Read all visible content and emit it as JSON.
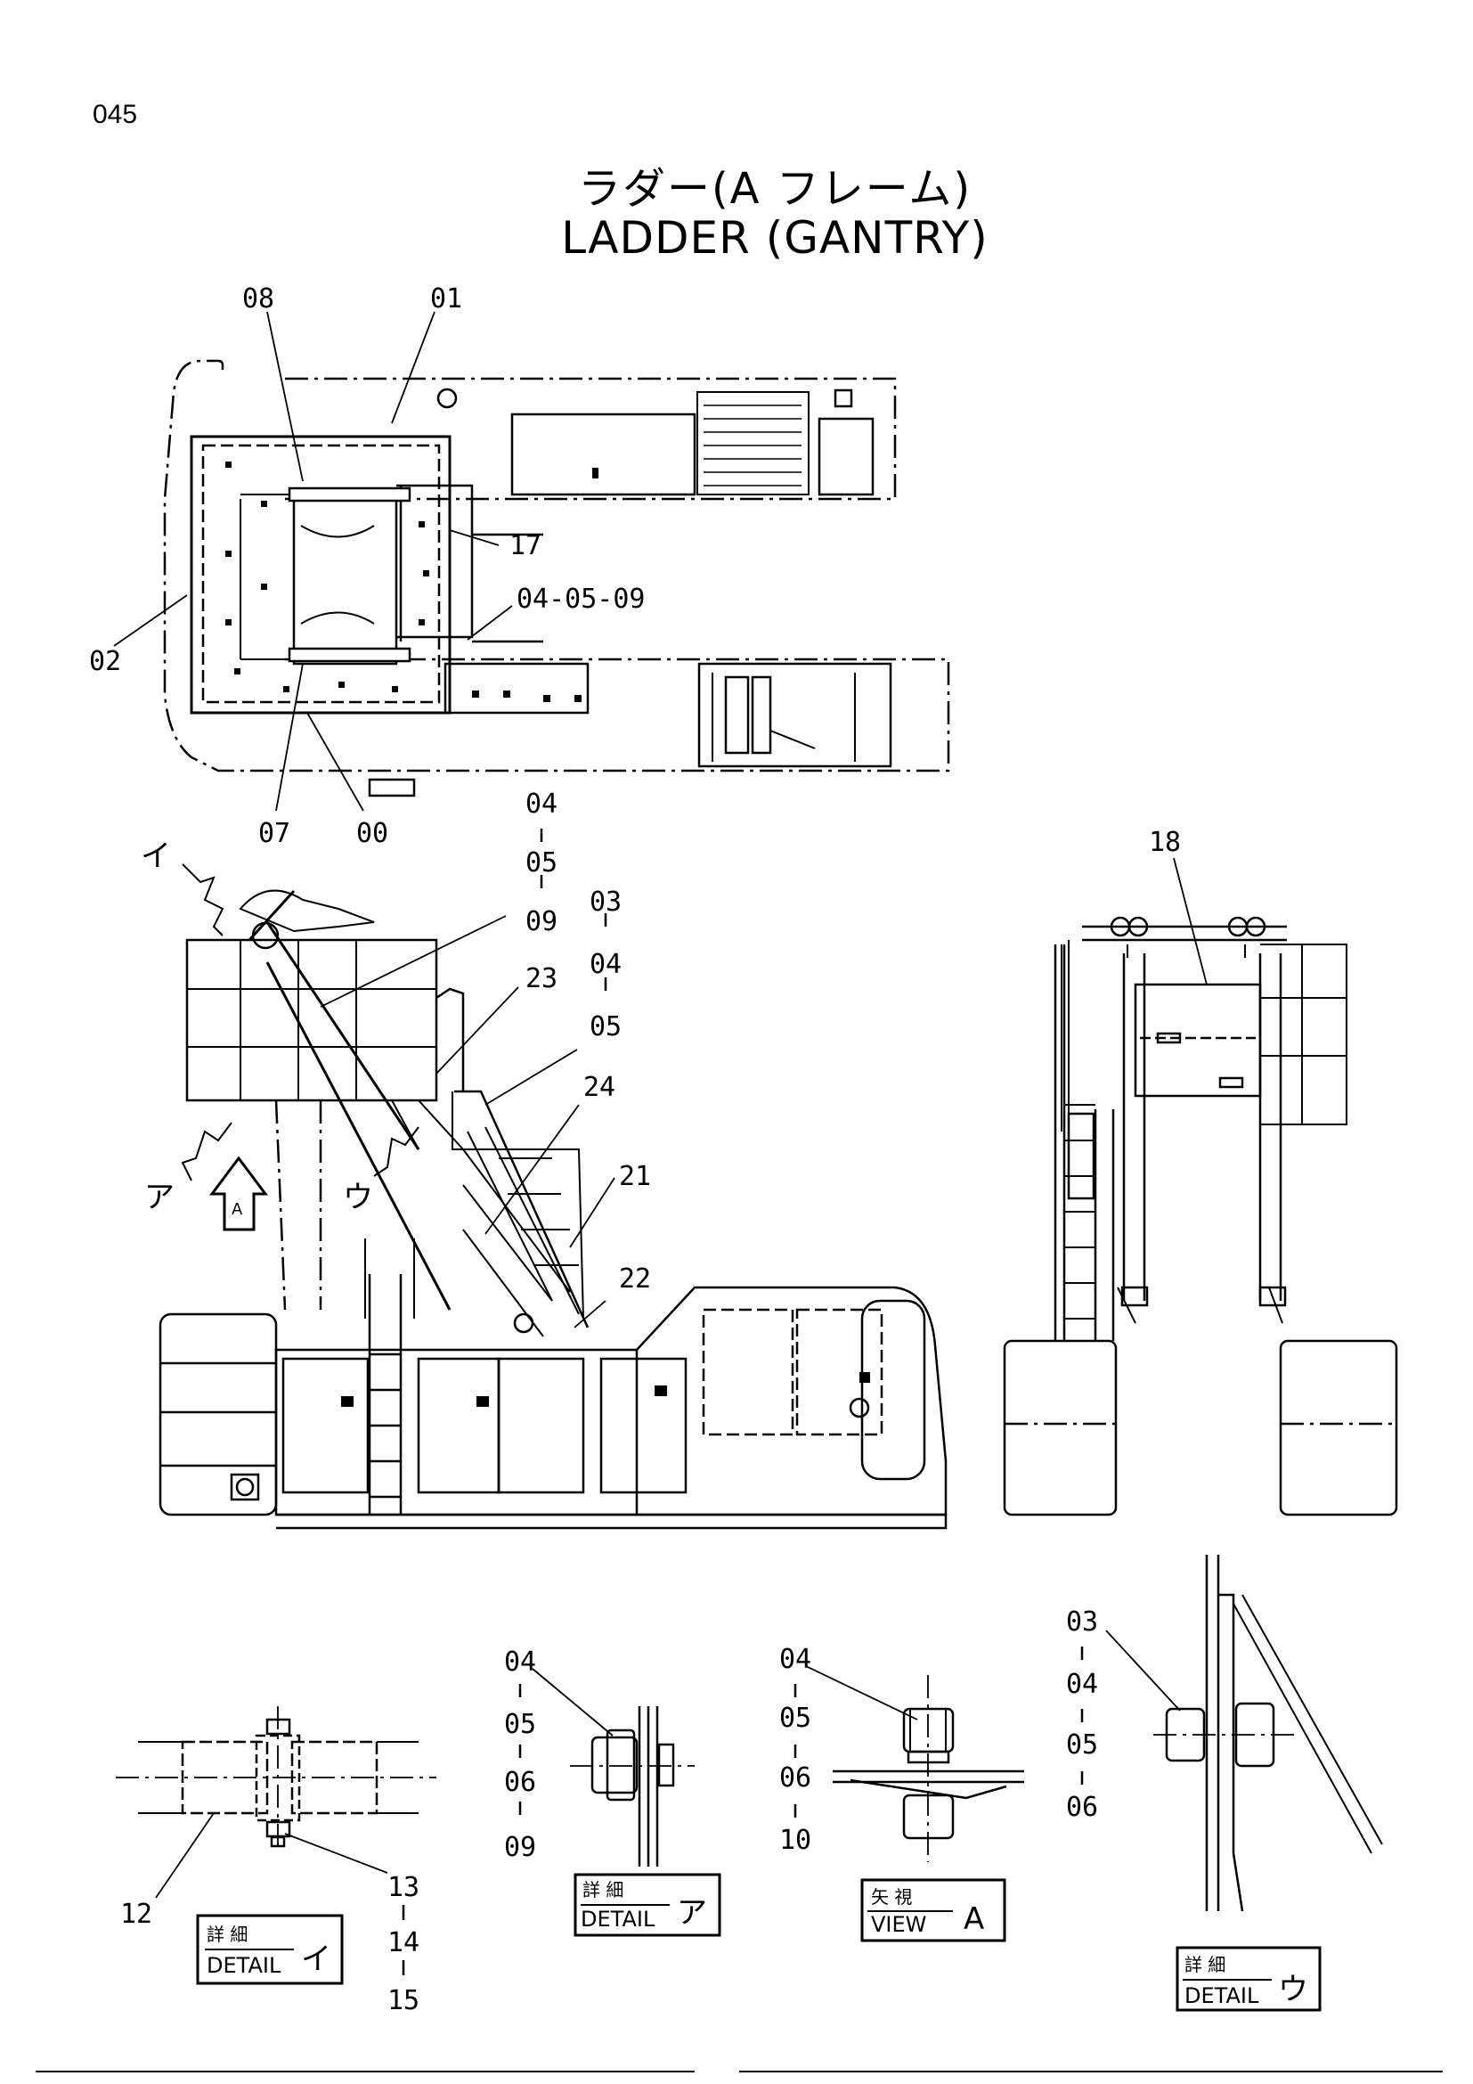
{
  "page_number": "045",
  "title": {
    "jp": "ラダー(A フレーム)",
    "en": "LADDER (GANTRY)"
  },
  "top_view": {
    "labels": [
      "08",
      "01",
      "17",
      "04-05-09",
      "02",
      "07",
      "00"
    ]
  },
  "side_view": {
    "stack_labels": [
      [
        "04",
        "05",
        "09"
      ],
      [
        "03",
        "04",
        "05"
      ]
    ],
    "labels": [
      "23",
      "24",
      "21",
      "22"
    ],
    "arrow_label": "A",
    "markers": [
      "イ",
      "ア",
      "ウ"
    ]
  },
  "rear_view": {
    "labels": [
      "18"
    ]
  },
  "details": {
    "i": {
      "stack": [
        "13",
        "14",
        "15"
      ],
      "part": "12",
      "jp": "詳 細",
      "en": "DETAIL",
      "kana": "イ"
    },
    "a": {
      "stack": [
        "04",
        "05",
        "06",
        "09"
      ],
      "jp": "詳 細",
      "en": "DETAIL",
      "kana": "ア"
    },
    "view": {
      "stack": [
        "04",
        "05",
        "06",
        "10"
      ],
      "jp": "矢 視",
      "en": "VIEW",
      "kana": "A"
    },
    "u": {
      "stack": [
        "03",
        "04",
        "05",
        "06"
      ],
      "jp": "詳 細",
      "en": "DETAIL",
      "kana": "ウ"
    }
  }
}
